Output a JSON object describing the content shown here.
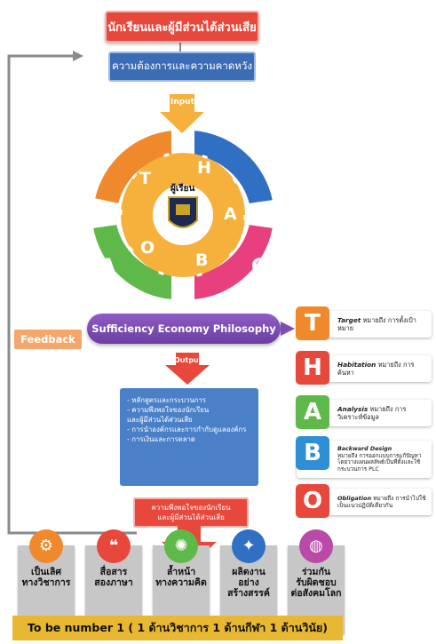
{
  "title": "นักเรียนและผู้มีส่วนได้ส่วนเสีย",
  "subtitle": "ความต้องการและความคาดหวัง",
  "input_label": "Input",
  "output_label": "Output",
  "feedback_label": "Feedback",
  "center_label": "ผู้เรียน",
  "outer_letters": [
    "P",
    "D",
    "C",
    "A"
  ],
  "inner_letters": [
    "T",
    "H",
    "A",
    "B",
    "O"
  ],
  "philosophy": "Sufficiency Economy Philosophy",
  "output_items": [
    "- หลักสูตรและกระบวนการ",
    "- ความพึงพอใจของนักเรียน",
    "  และผู้มีส่วนได้ส่วนเสีย",
    "- การนำองค์กรและการกำกับดูแลองค์กร",
    "- การเงินและการตลาด"
  ],
  "hope_lines": [
    "ความพึงพอใจของนักเรียน",
    "และผู้มีส่วนได้ส่วนเสีย"
  ],
  "legend": [
    {
      "letter": "T",
      "term": "Target",
      "desc": "หมายถึง การตั้งเป้าหมาย",
      "color": "#f0882c"
    },
    {
      "letter": "H",
      "term": "Habitation",
      "desc": "หมายถึง การค้นหา",
      "color": "#e8473b"
    },
    {
      "letter": "A",
      "term": "Analysis",
      "desc": "หมายถึง การวิเคราะห์ข้อมูล",
      "color": "#5fb84a"
    },
    {
      "letter": "B",
      "term": "Backward Design",
      "desc": "หมายถึง การออกแบบการแก้ปัญหาโดยวางแผนผลลัพธ์เป็นที่ตั้งและใช้กระบวนการ PLC",
      "color": "#2f8fd6"
    },
    {
      "letter": "O",
      "term": "Obligation",
      "desc": "หมายถึง การนำไปใช้เป็นแนวปฏิบัติเดียวกัน",
      "color": "#e8473b"
    }
  ],
  "values": [
    {
      "line1": "เป็นเลิศ",
      "line2": "ทางวิชาการ",
      "line3": "",
      "icon": "brain-gear-icon",
      "color": "#f0882c"
    },
    {
      "line1": "สื่อสาร",
      "line2": "สองภาษา",
      "line3": "",
      "icon": "speech-bubbles-icon",
      "color": "#e8473b"
    },
    {
      "line1": "ล้ำหน้า",
      "line2": "ทางความคิด",
      "line3": "",
      "icon": "brain-icon",
      "color": "#5fb84a"
    },
    {
      "line1": "ผลิตงาน",
      "line2": "อย่าง",
      "line3": "สร้างสรรค์",
      "icon": "lightbulb-icon",
      "color": "#2f6fc4"
    },
    {
      "line1": "ร่วมกัน",
      "line2": "รับผิดชอบ",
      "line3": "ต่อสังคมโลก",
      "icon": "hand-globe-icon",
      "color": "#b94aa8"
    }
  ],
  "tobe": "To be  number 1 ( 1 ด้านวิชาการ  1 ด้านกีฬา  1   ด้านวินัย)"
}
